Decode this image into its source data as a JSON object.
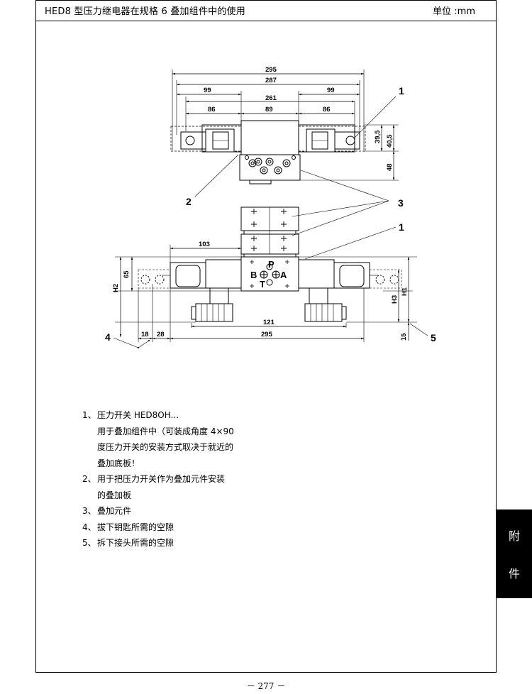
{
  "header": {
    "title": "HED8 型压力继电器在规格 6 叠加组件中的使用",
    "unit": "单位 :mm"
  },
  "drawing": {
    "top_view": {
      "dims": [
        "295",
        "287",
        "99",
        "99",
        "261",
        "86",
        "89",
        "86",
        "39.5",
        "40.5",
        "48"
      ],
      "callouts": [
        "1",
        "2",
        "3"
      ]
    },
    "front_view": {
      "dims": [
        "103",
        "65",
        "H2",
        "H3",
        "H1",
        "121",
        "18",
        "28",
        "295",
        "15"
      ],
      "port_labels": [
        "P",
        "B",
        "A",
        "T"
      ],
      "callouts": [
        "1",
        "4",
        "5"
      ]
    }
  },
  "notes": [
    {
      "num": "1、",
      "lines": [
        "压力开关 HED8OH...",
        "用于叠加组件中（可装成角度 4×90",
        "度压力开关的安装方式取决于就近的",
        "叠加底板！"
      ]
    },
    {
      "num": "2、",
      "lines": [
        "用于把压力开关作为叠加元件安装",
        "的叠加板"
      ]
    },
    {
      "num": "3、",
      "lines": [
        "叠加元件"
      ]
    },
    {
      "num": "4、",
      "lines": [
        "拔下钥匙所需的空隙"
      ]
    },
    {
      "num": "5、",
      "lines": [
        "拆下接头所需的空隙"
      ]
    }
  ],
  "side_tab": {
    "top": "附",
    "bottom": "件"
  },
  "page_number": "－ 277 －"
}
